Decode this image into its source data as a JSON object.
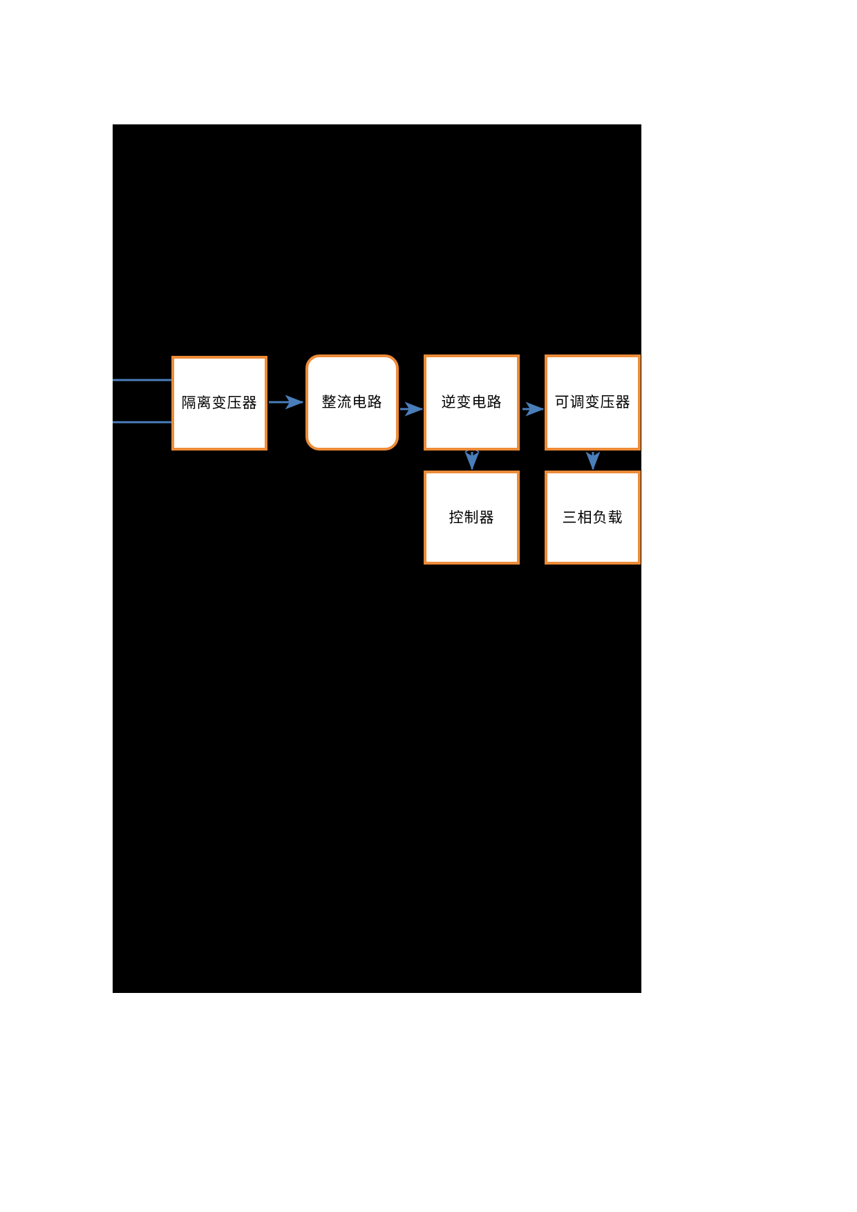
{
  "diagram": {
    "title": "",
    "background_color": "#000000",
    "page_color": "#ffffff",
    "box_border_color": "#ED8B37",
    "box_fill_color": "#ffffff",
    "connector_color": "#4A7EBB",
    "text_color": "#000000",
    "blocks": [
      {
        "id": "isolation-transformer",
        "label": "隔离变压器",
        "shape": "rectangle"
      },
      {
        "id": "rectifier",
        "label": "整流电路",
        "shape": "rounded-rectangle"
      },
      {
        "id": "inverter",
        "label": "逆变电路",
        "shape": "rectangle"
      },
      {
        "id": "adjustable-transformer",
        "label": "可调变压器",
        "shape": "rectangle"
      },
      {
        "id": "controller",
        "label": "控制器",
        "shape": "rectangle"
      },
      {
        "id": "three-phase-load",
        "label": "三相负载",
        "shape": "rectangle"
      }
    ],
    "connectors": [
      {
        "id": "input-line-upper",
        "from": "source",
        "to": "isolation-transformer",
        "type": "line"
      },
      {
        "id": "input-line-lower",
        "from": "source",
        "to": "isolation-transformer",
        "type": "line"
      },
      {
        "id": "isolation-to-rectifier",
        "from": "isolation-transformer",
        "to": "rectifier",
        "type": "arrow",
        "direction": "right"
      },
      {
        "id": "rectifier-to-inverter",
        "from": "rectifier",
        "to": "inverter",
        "type": "arrow",
        "direction": "right"
      },
      {
        "id": "inverter-to-adjustable",
        "from": "inverter",
        "to": "adjustable-transformer",
        "type": "arrow",
        "direction": "right"
      },
      {
        "id": "inverter-controller-link",
        "from": "inverter",
        "to": "controller",
        "type": "arrow",
        "direction": "bidirectional-vertical"
      },
      {
        "id": "adjustable-to-load",
        "from": "adjustable-transformer",
        "to": "three-phase-load",
        "type": "arrow",
        "direction": "down"
      }
    ]
  }
}
